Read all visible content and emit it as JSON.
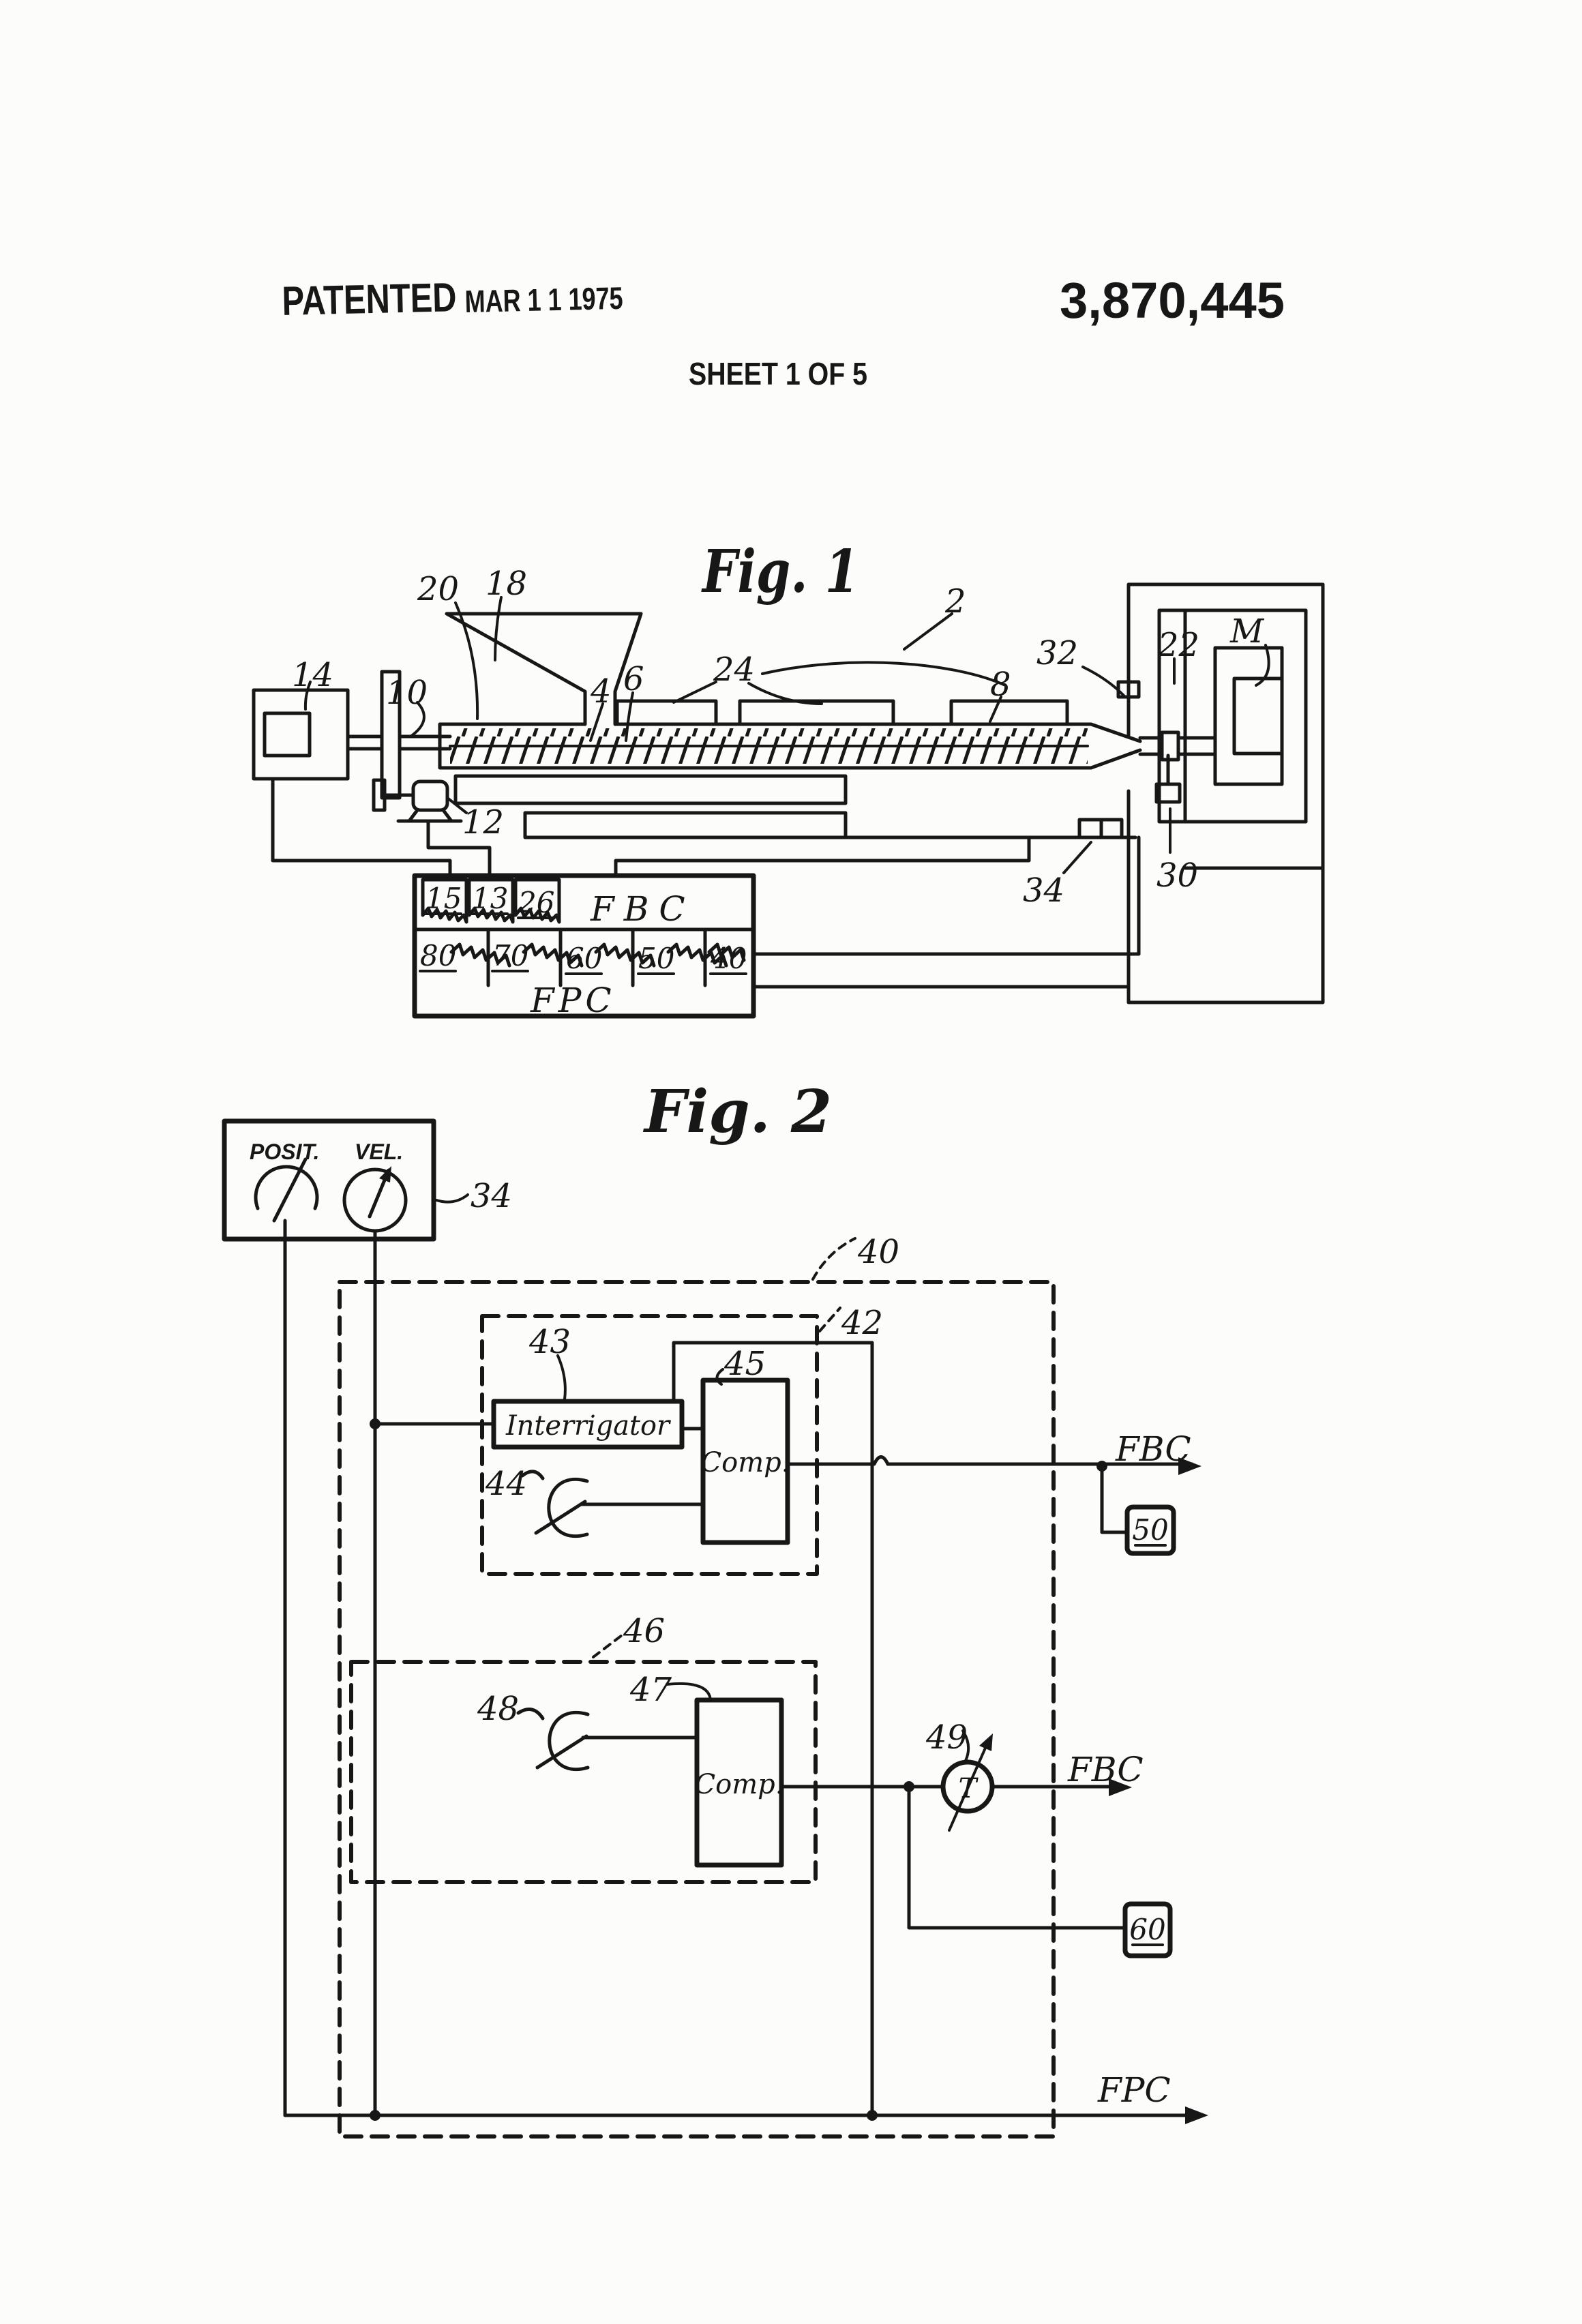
{
  "colors": {
    "ink": "#171717",
    "paper": "#fcfcfa"
  },
  "header": {
    "patented": "PATENTED",
    "date": "MAR 1 1 1975",
    "patent_number": "3,870,445",
    "sheet": "SHEET 1 OF 5"
  },
  "fig1": {
    "title": "Fig. 1",
    "labels": {
      "n2": "2",
      "n14": "14",
      "n10": "10",
      "n20": "20",
      "n18": "18",
      "n4": "4",
      "n6": "6",
      "n24": "24",
      "n8": "8",
      "n32": "32",
      "n22": "22",
      "m": "M",
      "n12": "12",
      "n34": "34",
      "n30": "30"
    },
    "controller": {
      "fbc": "FBC",
      "fpc": "FPC",
      "relays": [
        "15",
        "13",
        "26"
      ],
      "pots": [
        "80",
        "70",
        "60",
        "50",
        "40"
      ]
    }
  },
  "fig2": {
    "title": "Fig. 2",
    "instrument": {
      "posit": "POSIT.",
      "vel": "VEL.",
      "ref": "34"
    },
    "refs": {
      "n40": "40",
      "n42": "42",
      "n43": "43",
      "n44": "44",
      "n45": "45",
      "n46": "46",
      "n47": "47",
      "n48": "48",
      "n49": "49"
    },
    "blocks": {
      "interrigator": "Interrigator",
      "comp1": "Comp.",
      "comp2": "Comp.",
      "t": "T",
      "n50": "50",
      "n60": "60"
    },
    "signals": {
      "fbc1": "FBC",
      "fbc2": "FBC",
      "fpc": "FPC"
    }
  }
}
